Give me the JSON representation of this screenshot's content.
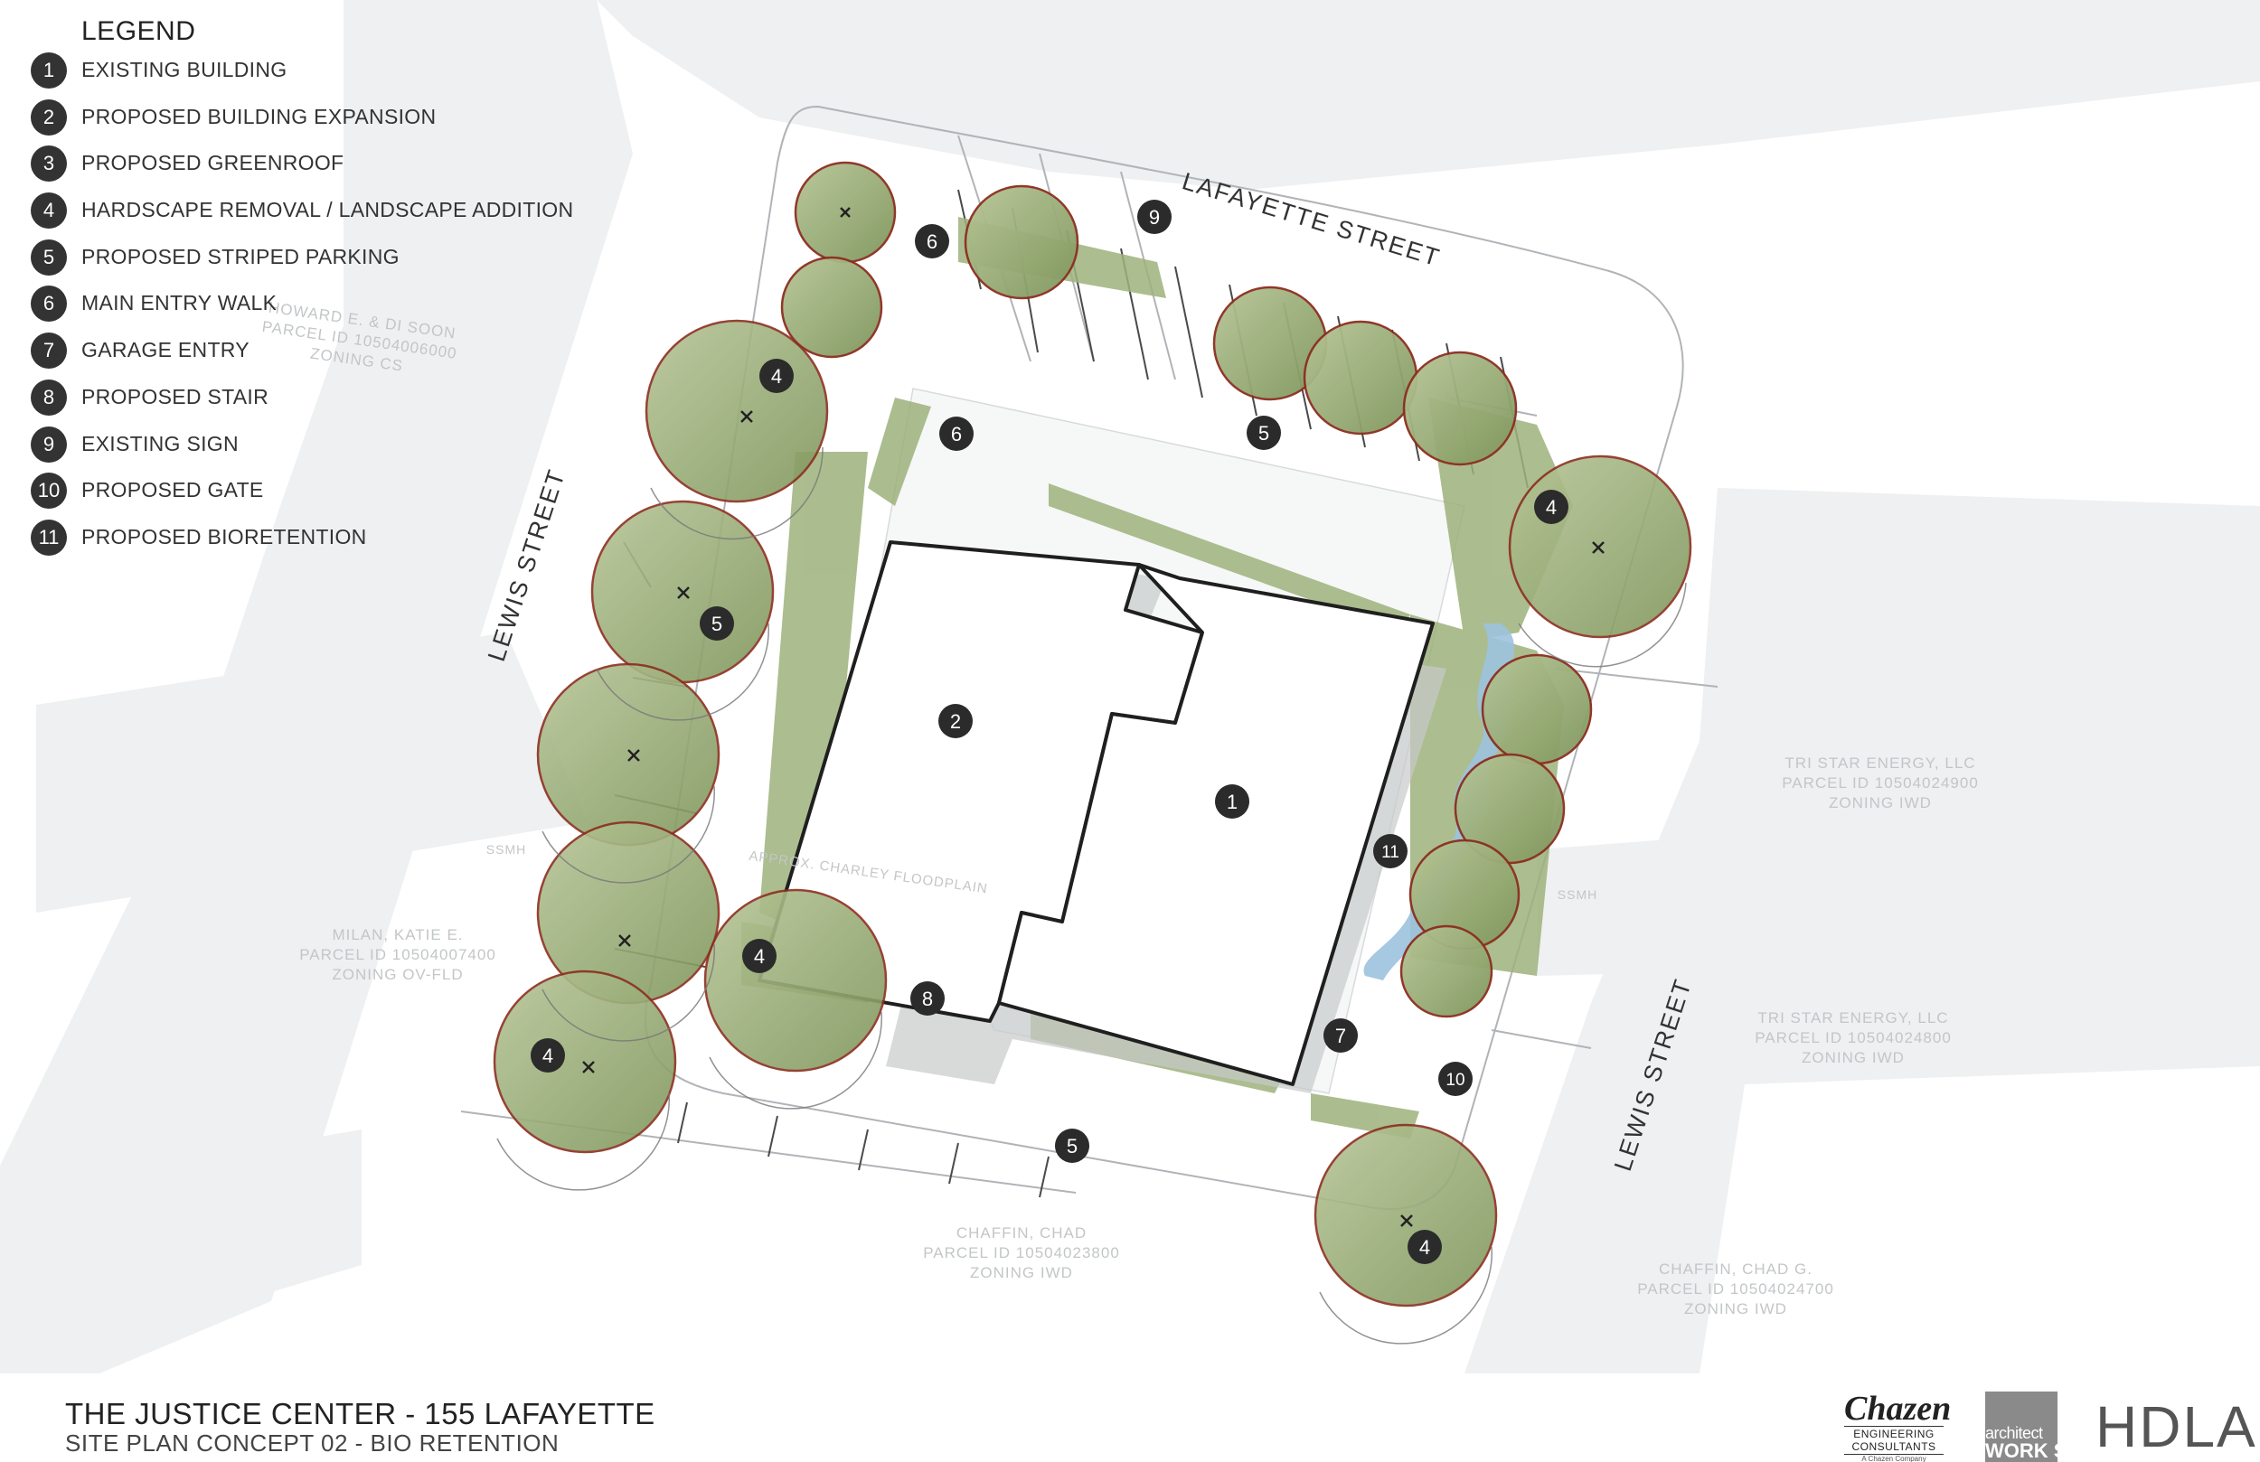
{
  "legend": {
    "title": "LEGEND",
    "items": [
      {
        "num": "1",
        "label": "EXISTING BUILDING"
      },
      {
        "num": "2",
        "label": "PROPOSED BUILDING EXPANSION"
      },
      {
        "num": "3",
        "label": "PROPOSED GREENROOF"
      },
      {
        "num": "4",
        "label": "HARDSCAPE REMOVAL / LANDSCAPE ADDITION"
      },
      {
        "num": "5",
        "label": "PROPOSED STRIPED PARKING"
      },
      {
        "num": "6",
        "label": "MAIN ENTRY WALK"
      },
      {
        "num": "7",
        "label": "GARAGE ENTRY"
      },
      {
        "num": "8",
        "label": "PROPOSED STAIR"
      },
      {
        "num": "9",
        "label": "EXISTING SIGN"
      },
      {
        "num": "10",
        "label": "PROPOSED GATE"
      },
      {
        "num": "11",
        "label": "PROPOSED BIORETENTION"
      }
    ]
  },
  "streets": {
    "lafayette": "LAFAYETTE STREET",
    "lewis_left": "LEWIS STREET",
    "lewis_right": "LEWIS STREET"
  },
  "parcel_labels": {
    "howard": [
      "HOWARD E. & DI SOON",
      "PARCEL ID 10504006000",
      "ZONING CS"
    ],
    "milan": [
      "MILAN, KATIE E.",
      "PARCEL ID 10504007400",
      "ZONING OV-FLD"
    ],
    "chaffin_center": [
      "CHAFFIN, CHAD",
      "PARCEL ID 10504023800",
      "ZONING IWD"
    ],
    "chaffin_right": [
      "CHAFFIN, CHAD G.",
      "PARCEL ID 10504024700",
      "ZONING IWD"
    ],
    "tristar_upper": [
      "TRI STAR ENERGY, LLC",
      "PARCEL ID 10504024900",
      "ZONING IWD"
    ],
    "tristar_lower": [
      "TRI STAR ENERGY, LLC",
      "PARCEL ID 10504024800",
      "ZONING IWD"
    ],
    "floodplain": "APPROX. CHARLEY FLOODPLAIN",
    "manhole_left": "SSMH",
    "manhole_right": "SSMH"
  },
  "site_markers": [
    "1",
    "2",
    "4",
    "4",
    "4",
    "4",
    "4",
    "5",
    "5",
    "5",
    "6",
    "6",
    "7",
    "8",
    "9",
    "10",
    "11"
  ],
  "title_block": {
    "title": "THE JUSTICE CENTER - 155 LAFAYETTE",
    "subtitle": "SITE PLAN CONCEPT 02 - BIO RETENTION"
  },
  "logos": {
    "chazen_name": "Chazen",
    "chazen_sub": "ENGINEERING CONSULTANTS",
    "chazen_tag": "A Chazen Company",
    "aw_line1": "architect",
    "aw_line2": "WORK SHOP",
    "hdla": "HDLA"
  },
  "colors": {
    "road": "#eef0f1",
    "lawn": "#8fa56a",
    "tree_fill": "#9cb07c",
    "tree_outline": "#8b2e1f",
    "marker": "#2b2b2b",
    "water": "#8fb9d9"
  }
}
